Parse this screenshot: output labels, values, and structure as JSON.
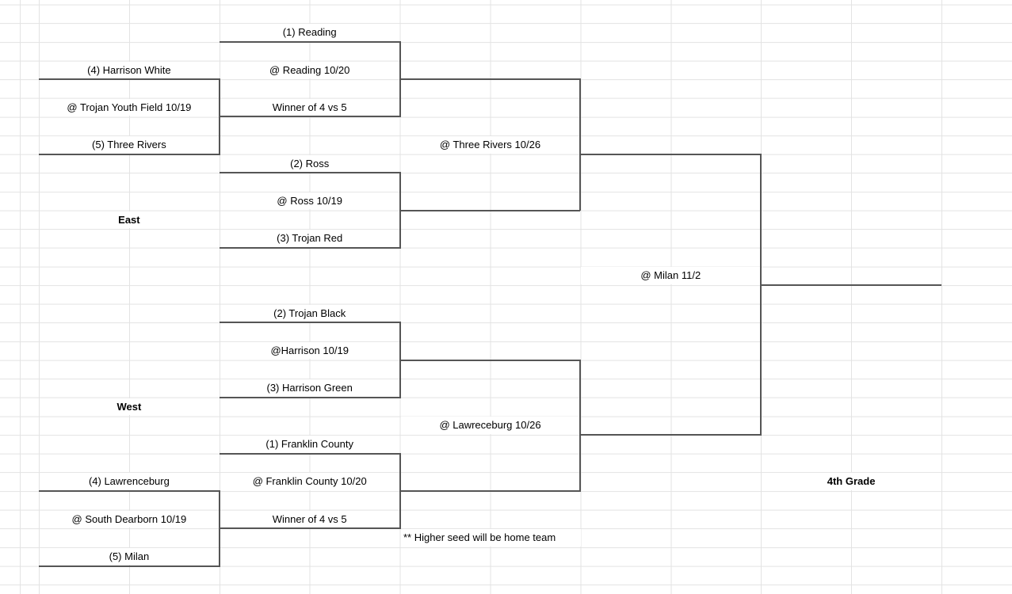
{
  "sheet_type": "tournament-bracket-spreadsheet",
  "colors": {
    "background": "#ffffff",
    "gridline": "#e3e3e3",
    "bracket_border": "#555555",
    "text": "#000000"
  },
  "bracket": {
    "grade_label": "4th Grade",
    "footer_note": "** Higher seed will be home team",
    "east": {
      "region_label": "East",
      "seed1": "(1) Reading",
      "game1_location": "@ Reading 10/20",
      "game1_slot2": "Winner of 4 vs 5",
      "seed4": "(4) Harrison White",
      "game45_location": "@ Trojan Youth Field 10/19",
      "seed5": "(5) Three Rivers",
      "seed2": "(2) Ross",
      "game2_location": "@ Ross 10/19",
      "seed3": "(3) Trojan Red",
      "semifinal_location": "@ Three Rivers 10/26"
    },
    "west": {
      "region_label": "West",
      "seed2": "(2) Trojan Black",
      "game1_location": "@Harrison 10/19",
      "seed3": "(3) Harrison Green",
      "seed1": "(1) Franklin County",
      "game2_location": "@ Franklin County 10/20",
      "game2_slot2": "Winner of 4 vs 5",
      "seed4": "(4) Lawrenceburg",
      "game45_location": "@ South Dearborn 10/19",
      "seed5": "(5) Milan",
      "semifinal_location": "@ Lawreceburg 10/26"
    },
    "final": {
      "location": "@ Milan 11/2"
    }
  }
}
